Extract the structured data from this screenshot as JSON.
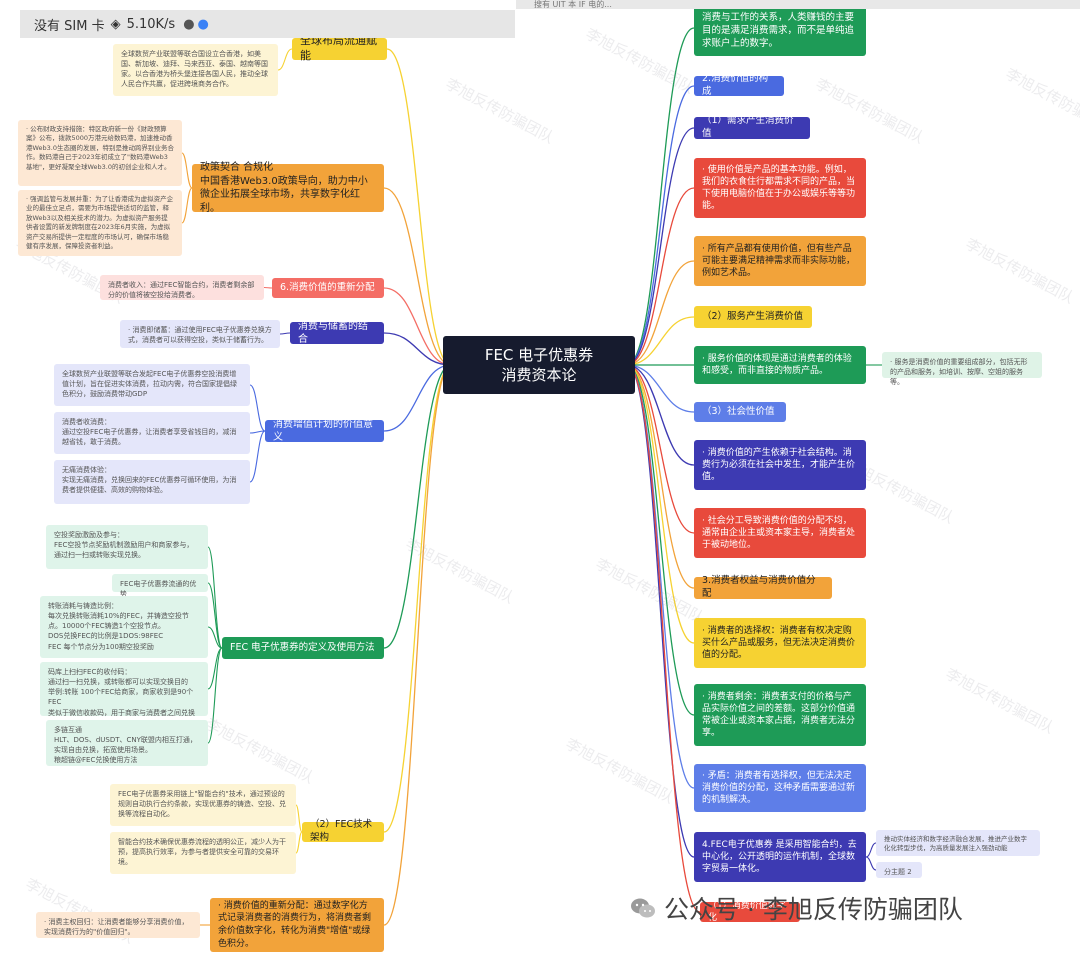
{
  "status_bar": {
    "carrier": "没有 SIM 卡",
    "speed": "5.10K/s"
  },
  "top_strip_text": "搜有 UIT 本 IF 电的...",
  "center": {
    "line1": "FEC 电子优惠券",
    "line2": "消费资本论"
  },
  "left_nodes": {
    "global": "全球布局流通赋能",
    "policy": "政策契合  合规化\n中国香港Web3.0政策导向，助力中小微企业拓展全球市场，共享数字化红利。",
    "redistribution6": "6.消费价值的重新分配",
    "savings": "消费与储蓄的结合",
    "appreciation": "消费增值计划的价值意义",
    "fec_def": "FEC 电子优惠券的定义及使用方法",
    "fec_tech": "（2）FEC技术架构",
    "redistribution_bottom": "· 消费价值的重新分配：通过数字化方式记录消费者的消费行为，将消费者剩余价值数字化，转化为消费\"增值\"或绿色积分。"
  },
  "left_leaves": {
    "global_desc": "全球数贸产业联盟等联合国设立合香港，如美国、新加坡、迪拜、马来西亚、泰国、越南等国家。以合香港为桥头堡连接各国人民，推动全球人民合作共赢，促进跨境商务合作。",
    "policy_a": "· 公布财政支持措施：特区政府新一份《财政预算案》公布，拨款5000万港元给数码港，加速推动香港Web3.0生态圈的发展，特别是推动跨界别业务合作。数码港自己于2023年初成立了\"数码港Web3基地\"，更好凝聚全球Web3.0的初创企业和人才。",
    "policy_b": "· 强调监管与发展并重：为了让香港成为虚拟资产企业的最佳立足点，需要为市场提供适切的监管，释放Web3以及相关技术的潜力。为虚拟资产服务提供者设置的新发牌制度在2023年6月实施，为虚拟资产交易所提供一定程度的市场认可，确保市场稳健有序发展，保障投资者利益。",
    "consumer_income": "消费者收入：通过FEC智能合约，消费者剩余部分的价值将被空投给消费者。",
    "savings_desc": "· 消费即储蓄：通过使用FEC电子优惠券兑换方式，消费者可以获得空投，类似于储蓄行为。",
    "appreciation_a": "全球数贸产业联盟等联合发起FEC电子优惠券空投消费增值计划，旨在促进实体消费，拉动内需，符合国家提倡绿色积分，鼓励消费带动GDP",
    "appreciation_b": "消费者收消费：\n通过空投FEC电子优惠券，让消费者享受省钱目的，减消越省钱，敢于消费。",
    "appreciation_c": "无痛消费体验：\n实现无痛消费，兑换回来的FEC优惠券可循环使用，为消费者提供便捷、高效的购物体验。",
    "fec_def_a": "空投奖励激励及参与：\nFEC空投节点奖励机制激励用户和商家参与，通过扫一扫或转账实现兑换。",
    "fec_def_b": "FEC电子优惠券流通的优势",
    "fec_def_c": "转账消耗与铸造比例：\n每次兑换转账消耗10%的FEC，并铸造空投节点。10000个FEC铸造1个空投节点。\nDOS兑换FEC的比例是1DOS:98FEC\nFEC 每个节点分为100期空投奖励",
    "fec_def_d": "码库上扫扫FEC的收付码：\n通过扫一扫兑换，或转账都可以实现交换目的\n举例:转账 100个FEC给商家，商家收到是90个FEC\n类似于微信收款码，用于商家与消费者之间兑换",
    "fec_def_e": "多链互通\nHLT、DOS、dUSDT、CNY联盟内相互打通，实现自由兑换，拓宽使用场景。\n粮超链@FEC兑换使用方法",
    "fec_tech_a": "FEC电子优惠券采用链上\"智能合约\"技术，通过预设的规则自动执行合约条款，实现优惠券的铸造、空投、兑换等流程自动化。",
    "fec_tech_b": "智能合约技术确保优惠券流程的透明公正，减少人为干预，提高执行效率，为参与者提供安全可靠的交易环境。",
    "bottom_leaf": "· 消费主权回归：让消费者能够分享消费价值，实现消费行为的\"价值回归\"。"
  },
  "right_nodes": {
    "top_green": "消费与工作的关系，人类赚钱的主要目的是满足消费需求，而不是单纯追求账户上的数字。",
    "value_composition": "2.消费价值的构成",
    "demand": "（1）需求产生消费价值",
    "use_value": "· 使用价值是产品的基本功能。例如，我们的衣食住行都需求不同的产品，当下使用电脑价值在于办公或娱乐等等功能。",
    "spiritual": "· 所有产品都有使用价值，但有些产品可能主要满足精神需求而非实际功能，例如艺术品。",
    "service": "（2）服务产生消费价值",
    "service_desc": "· 服务价值的体现是通过消费者的体验和感受，而非直接的物质产品。",
    "service_leaf": "· 服务是消费价值的重要组成部分，包括无形的产品和服务，如培训、按摩、空姐的服务等。",
    "social": "（3）社会性价值",
    "social_desc": "· 消费价值的产生依赖于社会结构。消费行为必须在社会中发生，才能产生价值。",
    "division": "· 社会分工导致消费价值的分配不均，通常由企业主或资本家主导，消费者处于被动地位。",
    "rights": "3.消费者权益与消费价值分配",
    "choice": "· 消费者的选择权：消费者有权决定购买什么产品或服务，但无法决定消费价值的分配。",
    "surplus": "· 消费者剩余：消费者支付的价格与产品实际价值之间的差额。这部分价值通常被企业或资本家占据，消费者无法分享。",
    "contradiction": "· 矛盾：消费者有选择权，但无法决定消费价值的分配，这种矛盾需要通过新的机制解决。",
    "fec_smart": "4.FEC电子优惠券 是采用智能合约，去中心化，公开透明的运作机制，全球数字贸易一体化。",
    "fec_smart_leaf1": "推动实体经济和数字经济融合发展，推进产业数字化化转型步伐，为高质量发展注入强劲动能",
    "fec_smart_leaf2": "分主题 2",
    "bottom_red": "（1）消费价值数字化"
  },
  "watermark": "李旭反传防骗团队",
  "footer": {
    "label": "公众号 · 李旭反传防骗团队"
  },
  "colors": {
    "green": "#1e9b57",
    "blue": "#4a6ae0",
    "navy": "#3d3ab2",
    "red": "#e84a3c",
    "orange": "#f2a33a",
    "yellow": "#f6d232",
    "center": "#161b2e"
  }
}
